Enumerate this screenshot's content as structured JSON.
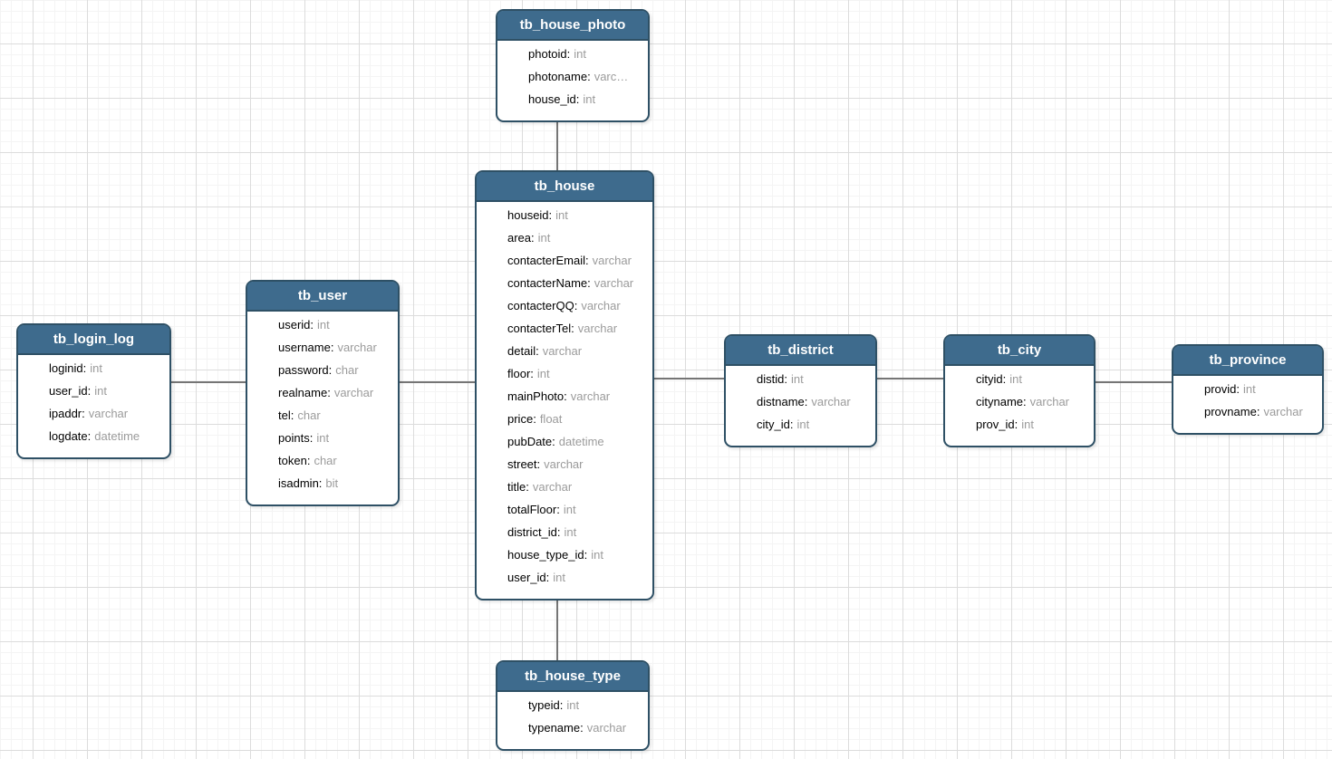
{
  "diagram": {
    "tables": [
      {
        "name": "tb_house_photo",
        "fields": [
          {
            "name": "photoid",
            "type": "int"
          },
          {
            "name": "photoname",
            "type": "varc…"
          },
          {
            "name": "house_id",
            "type": "int"
          }
        ]
      },
      {
        "name": "tb_house",
        "fields": [
          {
            "name": "houseid",
            "type": "int"
          },
          {
            "name": "area",
            "type": "int"
          },
          {
            "name": "contacterEmail",
            "type": "varchar"
          },
          {
            "name": "contacterName",
            "type": "varchar"
          },
          {
            "name": "contacterQQ",
            "type": "varchar"
          },
          {
            "name": "contacterTel",
            "type": "varchar"
          },
          {
            "name": "detail",
            "type": "varchar"
          },
          {
            "name": "floor",
            "type": "int"
          },
          {
            "name": "mainPhoto",
            "type": "varchar"
          },
          {
            "name": "price",
            "type": "float"
          },
          {
            "name": "pubDate",
            "type": "datetime"
          },
          {
            "name": "street",
            "type": "varchar"
          },
          {
            "name": "title",
            "type": "varchar"
          },
          {
            "name": "totalFloor",
            "type": "int"
          },
          {
            "name": "district_id",
            "type": "int"
          },
          {
            "name": "house_type_id",
            "type": "int"
          },
          {
            "name": "user_id",
            "type": "int"
          }
        ]
      },
      {
        "name": "tb_user",
        "fields": [
          {
            "name": "userid",
            "type": "int"
          },
          {
            "name": "username",
            "type": "varchar"
          },
          {
            "name": "password",
            "type": "char"
          },
          {
            "name": "realname",
            "type": "varchar"
          },
          {
            "name": "tel",
            "type": "char"
          },
          {
            "name": "points",
            "type": "int"
          },
          {
            "name": "token",
            "type": "char"
          },
          {
            "name": "isadmin",
            "type": "bit"
          }
        ]
      },
      {
        "name": "tb_login_log",
        "fields": [
          {
            "name": "loginid",
            "type": "int"
          },
          {
            "name": "user_id",
            "type": "int"
          },
          {
            "name": "ipaddr",
            "type": "varchar"
          },
          {
            "name": "logdate",
            "type": "datetime"
          }
        ]
      },
      {
        "name": "tb_district",
        "fields": [
          {
            "name": "distid",
            "type": "int"
          },
          {
            "name": "distname",
            "type": "varchar"
          },
          {
            "name": "city_id",
            "type": "int"
          }
        ]
      },
      {
        "name": "tb_city",
        "fields": [
          {
            "name": "cityid",
            "type": "int"
          },
          {
            "name": "cityname",
            "type": "varchar"
          },
          {
            "name": "prov_id",
            "type": "int"
          }
        ]
      },
      {
        "name": "tb_province",
        "fields": [
          {
            "name": "provid",
            "type": "int"
          },
          {
            "name": "provname",
            "type": "varchar"
          }
        ]
      },
      {
        "name": "tb_house_type",
        "fields": [
          {
            "name": "typeid",
            "type": "int"
          },
          {
            "name": "typename",
            "type": "varchar"
          }
        ]
      }
    ],
    "connectors": [
      {
        "from": "tb_house_photo",
        "to": "tb_house"
      },
      {
        "from": "tb_house",
        "to": "tb_house_type"
      },
      {
        "from": "tb_login_log",
        "to": "tb_user"
      },
      {
        "from": "tb_user",
        "to": "tb_house"
      },
      {
        "from": "tb_house",
        "to": "tb_district"
      },
      {
        "from": "tb_district",
        "to": "tb_city"
      },
      {
        "from": "tb_city",
        "to": "tb_province"
      }
    ],
    "colors": {
      "header_fill": "#3e6b8d",
      "table_border": "#2e5065",
      "field_name_text": "#000000",
      "field_type_text": "#9b9b9b",
      "connector": "#757575",
      "grid_major": "#dcdcdc",
      "grid_minor": "#f4f4f4",
      "background": "#ffffff"
    }
  }
}
